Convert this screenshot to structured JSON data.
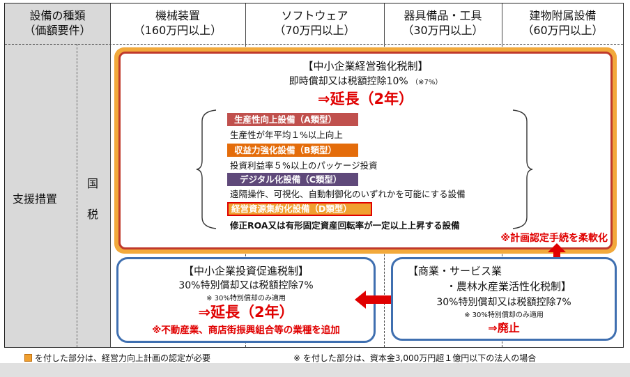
{
  "header": {
    "col0": {
      "line1": "設備の種類",
      "line2": "（価額要件）"
    },
    "col1": {
      "line1": "機械装置",
      "line2": "（160万円以上）"
    },
    "col2": {
      "line1": "ソフトウェア",
      "line2": "（70万円以上）"
    },
    "col3": {
      "line1": "器具備品・工具",
      "line2": "（30万円以上）"
    },
    "col4": {
      "line1": "建物附属設備",
      "line2": "（60万円以上）"
    }
  },
  "side": {
    "label": "支援措置",
    "tax_char1": "国",
    "tax_char2": "税"
  },
  "main_box": {
    "title": "【中小企業経営強化税制】",
    "subtitle": "即時償却又は税額控除10%",
    "subtitle_note": "（※7%）",
    "extension": "⇒延長（2年）",
    "categories": [
      {
        "label": "生産性向上設備（A類型）",
        "description": "生産性が年平均１%以上向上",
        "color": "#c0504d"
      },
      {
        "label": "収益力強化設備（B類型）",
        "description": "投資利益率５%以上のパッケージ投資",
        "color": "#e46c0a"
      },
      {
        "label": "デジタル化設備（C類型）",
        "description": "遠隔操作、可視化、自動制御化のいずれかを可能にする設備",
        "color": "#5f497a"
      },
      {
        "label": "経営資源集約化設備（D類型）",
        "description": "修正ROA又は有形固定資産回転率が一定以上上昇する設備",
        "color": "#f0a030",
        "border": "#e00000"
      }
    ],
    "flex_note": "※計画認定手続を柔軟化"
  },
  "left_box": {
    "title": "【中小企業投資促進税制】",
    "line1": "30%特別償却又は税額控除7%",
    "line2": "※ 30%特別償却のみ適用",
    "extension": "⇒延長（2年）",
    "note": "※不動産業、商店街振興組合等の業種を追加"
  },
  "right_box": {
    "title1": "【商業・サービス業",
    "title2": "・農林水産業活性化税制】",
    "line1": "30%特別償却又は税額控除7%",
    "line2": "※ 30%特別償却のみ適用",
    "abolish": "⇒廃止"
  },
  "footer": {
    "left": "を付した部分は、経営力向上計画の認定が必要",
    "right": "※ を付した部分は、資本金3,000万円超１億円以下の法人の場合"
  }
}
